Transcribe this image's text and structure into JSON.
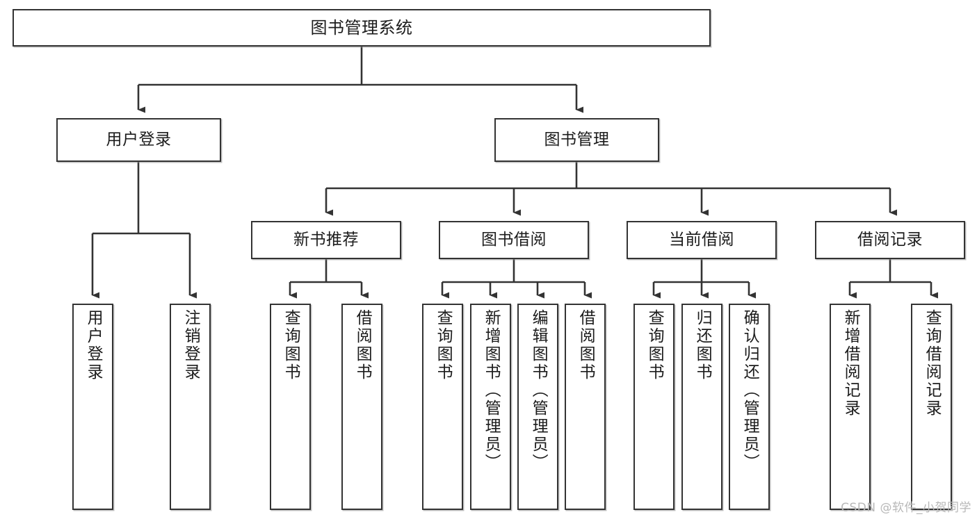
{
  "diagram": {
    "title": "图书管理系统",
    "type": "tree-hierarchy-chart",
    "nodes": {
      "root": {
        "label": "图书管理系统"
      },
      "level2": [
        {
          "id": "user-login",
          "label": "用户登录"
        },
        {
          "id": "book-management",
          "label": "图书管理"
        }
      ],
      "level3": [
        {
          "id": "new-book-recommend",
          "label": "新书推荐"
        },
        {
          "id": "book-borrow",
          "label": "图书借阅"
        },
        {
          "id": "current-borrow",
          "label": "当前借阅"
        },
        {
          "id": "borrow-record",
          "label": "借阅记录"
        }
      ],
      "leaves": [
        {
          "id": "leaf-user-login",
          "label": "用户登录"
        },
        {
          "id": "leaf-logout-login",
          "label": "注销登录"
        },
        {
          "id": "leaf-query-book-1",
          "label": "查询图书"
        },
        {
          "id": "leaf-borrow-book-1",
          "label": "借阅图书"
        },
        {
          "id": "leaf-query-book-2",
          "label": "查询图书"
        },
        {
          "id": "leaf-add-book-admin",
          "label": "新增图书（管理员）"
        },
        {
          "id": "leaf-edit-book-admin",
          "label": "编辑图书（管理员）"
        },
        {
          "id": "leaf-borrow-book-2",
          "label": "借阅图书"
        },
        {
          "id": "leaf-query-book-3",
          "label": "查询图书"
        },
        {
          "id": "leaf-return-book",
          "label": "归还图书"
        },
        {
          "id": "leaf-confirm-return-admin",
          "label": "确认归还（管理员）"
        },
        {
          "id": "leaf-add-borrow-record",
          "label": "新增借阅记录"
        },
        {
          "id": "leaf-query-borrow-record",
          "label": "查询借阅记录"
        }
      ]
    },
    "colors": {
      "border": "#333333",
      "background": "#ffffff",
      "text": "#1c1c1c",
      "connector": "#333333",
      "watermark": "#b8b8b8"
    }
  },
  "watermark": {
    "text": "CSDN @软件_小贺同学"
  }
}
